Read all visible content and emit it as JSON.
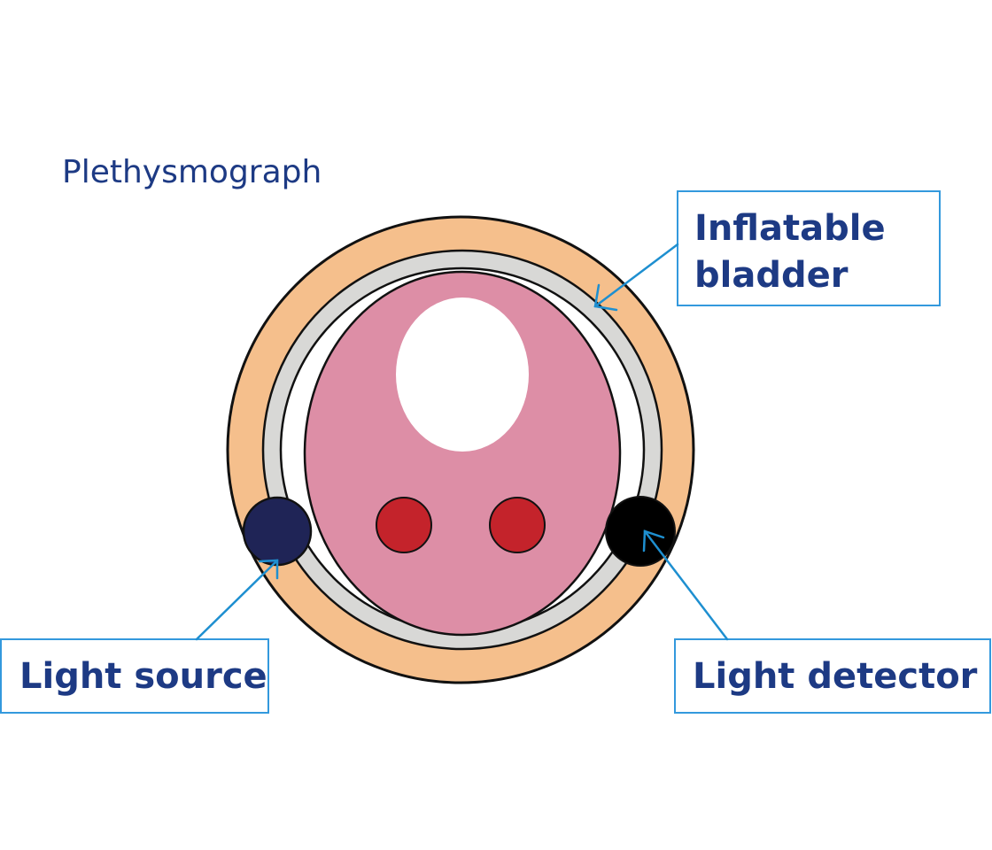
{
  "title": "Plethysmograph",
  "labels": {
    "bladder_line1": "Inflatable",
    "bladder_line2": "bladder",
    "source": "Light source",
    "detector": "Light detector"
  },
  "colors": {
    "text": "#1d3a84",
    "box_border": "#3399dd",
    "arrow": "#1e8fd0",
    "outer_cuff": "#f5bf8c",
    "bladder": "#d8d8d6",
    "tissue": "#dd8ea6",
    "bone": "#ffffff",
    "vessel": "#c4232b",
    "light_source": "#1f2456",
    "light_detector": "#000000",
    "outline": "#111111"
  }
}
